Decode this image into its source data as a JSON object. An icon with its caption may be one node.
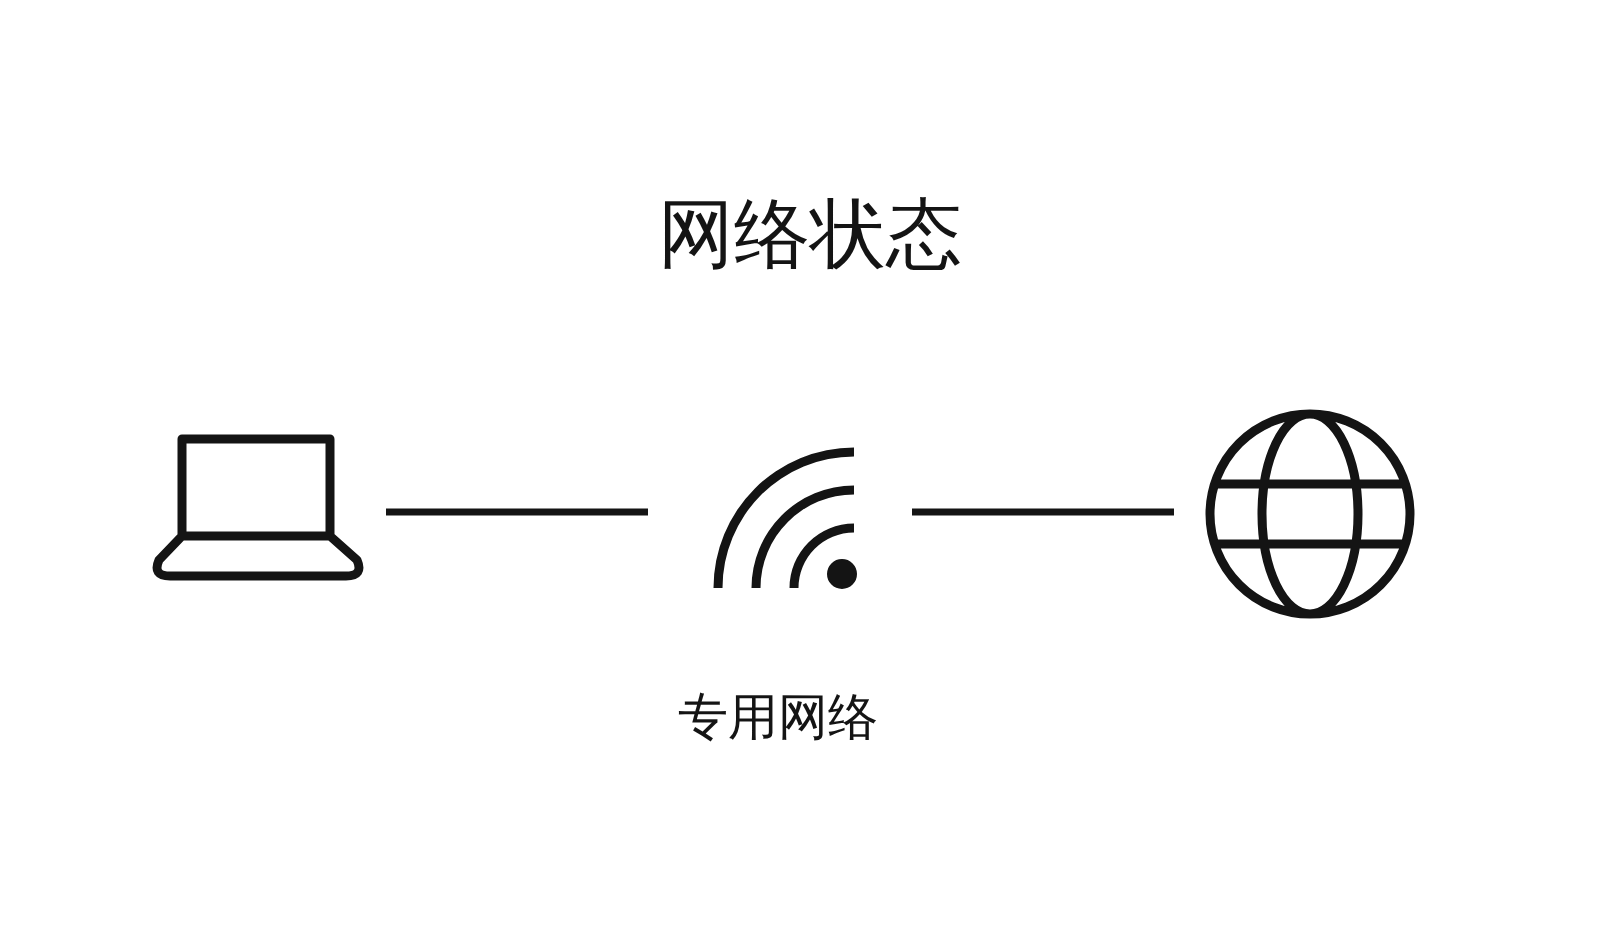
{
  "diagram": {
    "title": "网络状态",
    "nodes": [
      {
        "text": [],
        "shape": "picture"
      },
      {
        "text": [],
        "shape": "picture",
        "beside": [
          "专用网络"
        ]
      },
      {
        "text": [],
        "shape": "picture"
      }
    ],
    "edges": [
      {
        "from": 0,
        "to": 1,
        "arrow": "none"
      },
      {
        "from": 1,
        "to": 2,
        "arrow": "none"
      }
    ]
  }
}
